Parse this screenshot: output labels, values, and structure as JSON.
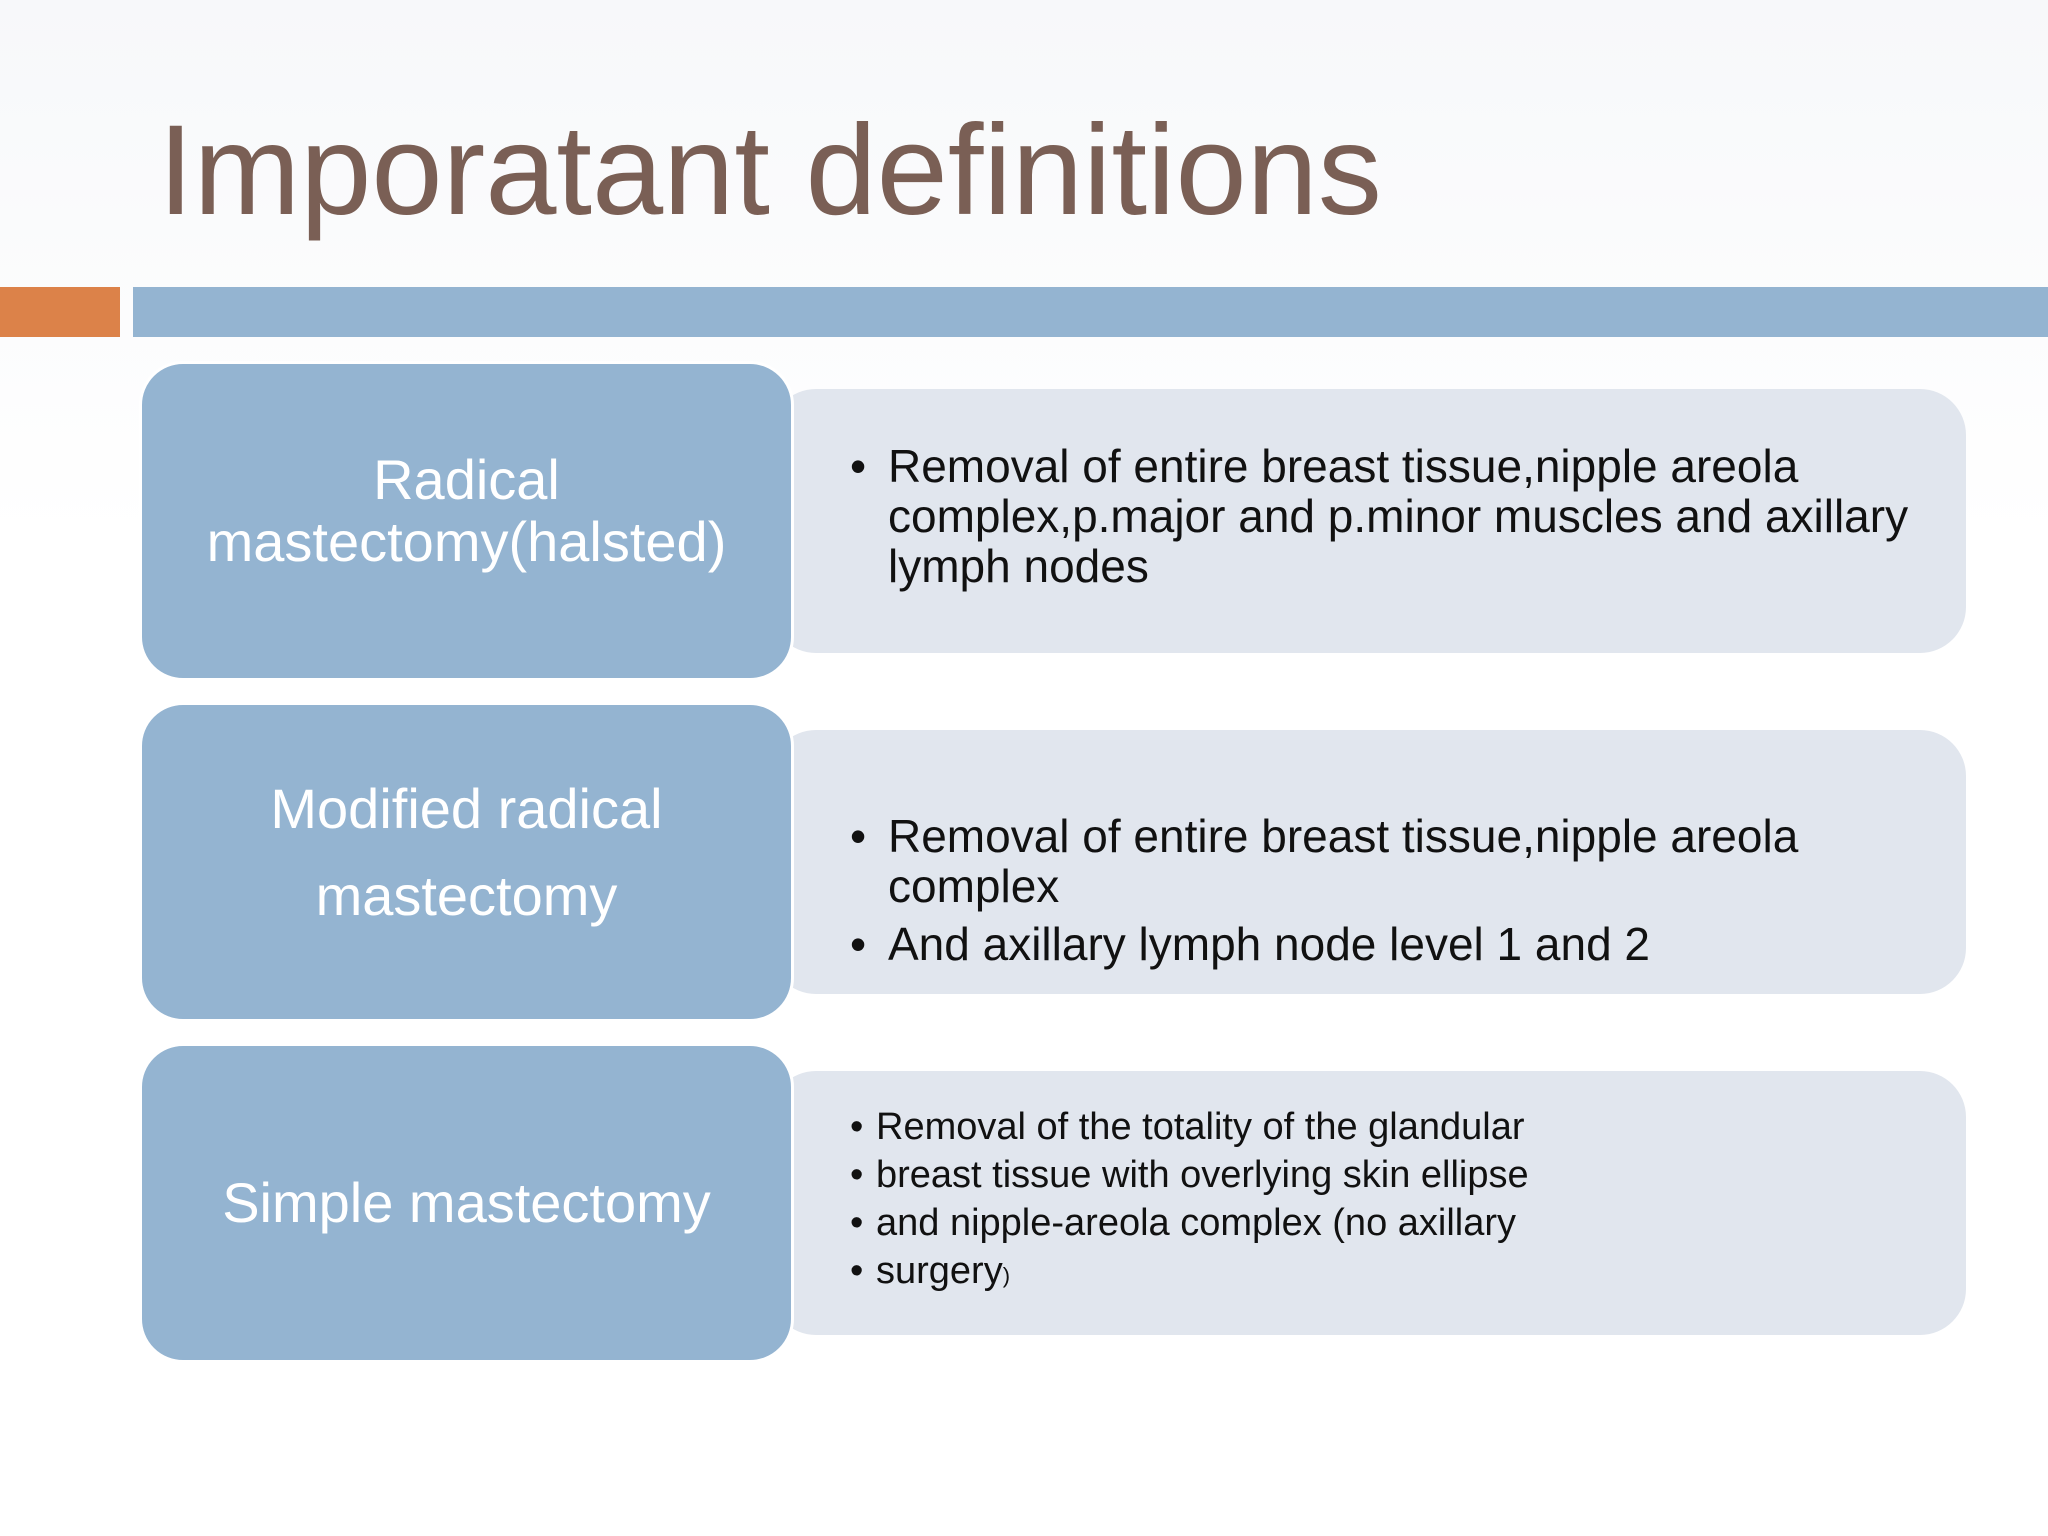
{
  "slide": {
    "title": "Imporatant definitions",
    "accent_colors": {
      "orange": "#dc8249",
      "blue": "#94b4d1",
      "title": "#7a5f55",
      "panel": "#e1e6ee"
    },
    "definitions": [
      {
        "term": "Radical\nmastectomy(halsted)",
        "bullets": [
          "Removal of entire breast tissue,nipple areola complex,p.major and p.minor muscles and axillary lymph nodes"
        ]
      },
      {
        "term": "Modified radical\nmastectomy",
        "bullets": [
          "Removal of entire breast tissue,nipple areola complex",
          "And axillary lymph node level 1 and 2"
        ]
      },
      {
        "term": "Simple mastectomy",
        "bullets": [
          "Removal of the totality of the glandular",
          "breast tissue with overlying skin ellipse",
          "and nipple-areola complex (no axillary",
          "surgery"
        ],
        "last_tail": ")"
      }
    ]
  }
}
